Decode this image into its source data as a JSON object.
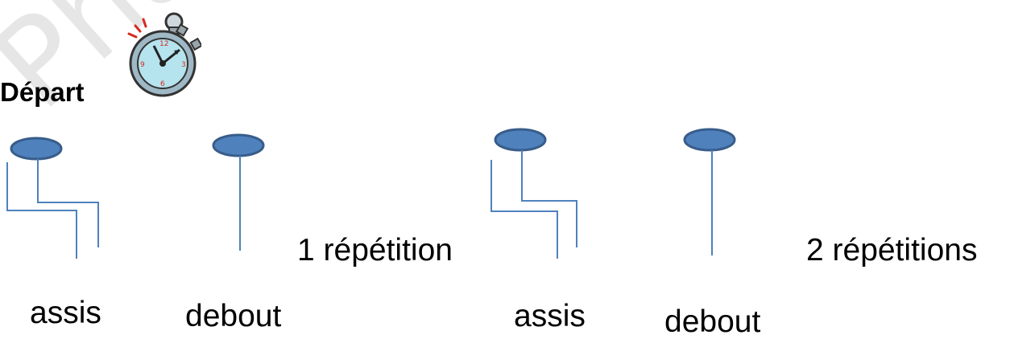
{
  "start": {
    "label": "Départ"
  },
  "icons": {
    "timer": "stopwatch-icon"
  },
  "colors": {
    "head_fill": "#4f81bd",
    "head_stroke": "#385d8a",
    "line": "#4f81bd"
  },
  "figures": [
    {
      "pose": "sitting",
      "label": "assis"
    },
    {
      "pose": "standing",
      "label": "debout"
    },
    {
      "pose": "sitting",
      "label": "assis"
    },
    {
      "pose": "standing",
      "label": "debout"
    }
  ],
  "repetitions": [
    "1 répétition",
    "2 répétitions"
  ]
}
